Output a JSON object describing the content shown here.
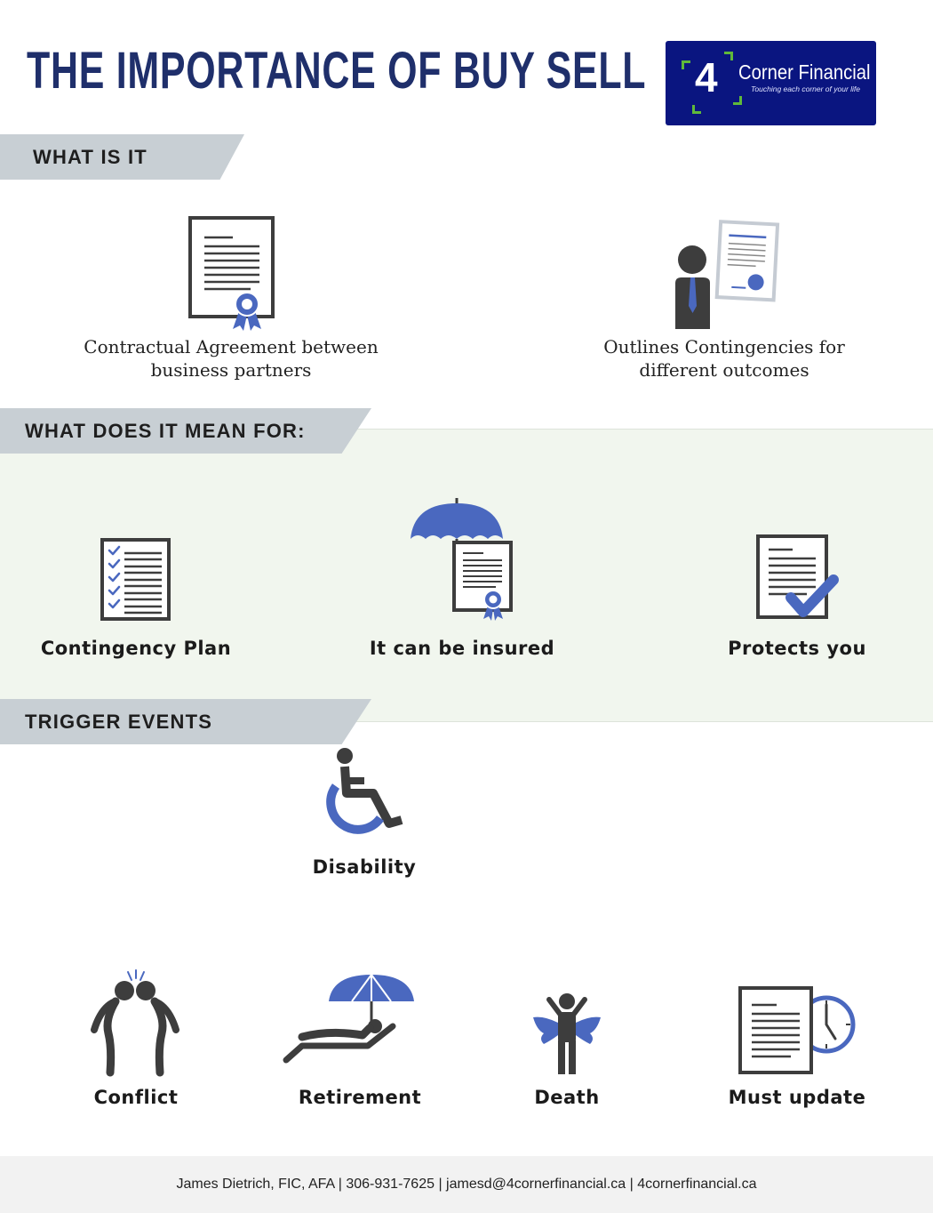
{
  "header": {
    "title": "THE IMPORTANCE OF BUY SELL",
    "logo": {
      "number": "4",
      "brand": "Corner Financial",
      "tagline": "Touching each corner of your life"
    }
  },
  "sections": {
    "what_is_it": {
      "heading": "WHAT IS IT",
      "items": [
        {
          "icon": "certificate-document-icon",
          "line1": "Contractual Agreement between",
          "line2": "business partners"
        },
        {
          "icon": "businessman-with-document-icon",
          "line1": "Outlines Contingencies for",
          "line2": "different outcomes"
        }
      ]
    },
    "what_does_it_mean": {
      "heading": "WHAT DOES IT MEAN FOR:",
      "items": [
        {
          "icon": "checklist-icon",
          "label": "Contingency Plan"
        },
        {
          "icon": "umbrella-certificate-icon",
          "label": "It can be insured"
        },
        {
          "icon": "document-checkmark-icon",
          "label": "Protects you"
        }
      ]
    },
    "trigger_events": {
      "heading": "TRIGGER EVENTS",
      "items": [
        {
          "icon": "wheelchair-icon",
          "label": "Disability"
        },
        {
          "icon": "conflict-icon",
          "label": "Conflict"
        },
        {
          "icon": "beach-lounger-icon",
          "label": "Retirement"
        },
        {
          "icon": "angel-icon",
          "label": "Death"
        },
        {
          "icon": "document-clock-icon",
          "label": "Must update"
        }
      ]
    }
  },
  "colors": {
    "navy": "#1f2f6b",
    "logo_bg": "#0a1580",
    "accent_blue": "#4a68bf",
    "icon_dark": "#3d3d3d",
    "banner": "#c8cfd4",
    "green_band": "#f1f6ee"
  },
  "footer": {
    "contact": "James Dietrich, FIC, AFA | 306-931-7625 | jamesd@4cornerfinancial.ca | 4cornerfinancial.ca"
  }
}
